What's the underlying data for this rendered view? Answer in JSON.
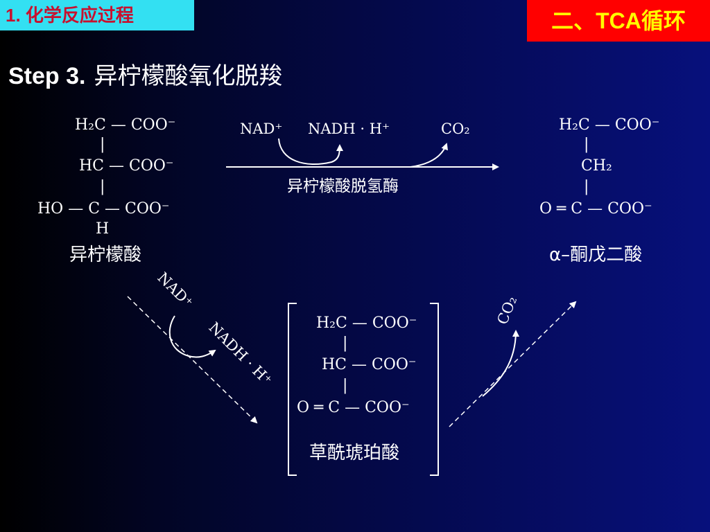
{
  "header": {
    "section_tag": "1. 化学反应过程",
    "chapter_tag": "二、TCA循环"
  },
  "title": {
    "step": "Step 3.",
    "name": "异柠檬酸氧化脱羧"
  },
  "isocitrate": {
    "row1": "H₂C — COO⁻",
    "bond1": "|",
    "row2": "HC — COO⁻",
    "bond2": "|",
    "row3": "HO — C — COO⁻",
    "row4": "H",
    "label": "异柠檬酸"
  },
  "alpha_kg": {
    "row1": "H₂C — COO⁻",
    "bond1": "|",
    "row2": "CH₂",
    "bond2": "|",
    "row3": "O ═ C — COO⁻",
    "label": "α–酮戊二酸"
  },
  "oxalosuccinate": {
    "row1": "H₂C — COO⁻",
    "bond1": "|",
    "row2": "HC — COO⁻",
    "bond2": "|",
    "row3": "O ═ C — COO⁻",
    "label": "草酰琥珀酸"
  },
  "main_reaction": {
    "nad": "NAD⁺",
    "nadh": "NADH · H⁺",
    "co2": "CO₂",
    "enzyme": "异柠檬酸脱氢酶"
  },
  "left_step": {
    "nad": "NAD⁺",
    "nadh": "NADH · H⁺"
  },
  "right_step": {
    "co2": "CO₂"
  },
  "colors": {
    "section_tag_bg": "#33e0f2",
    "section_tag_text": "#c8102e",
    "chapter_tag_bg": "#ff0000",
    "chapter_tag_text": "#ffff00",
    "background_dark": "#000000",
    "background_blue": "#07107c",
    "foreground": "#ffffff"
  }
}
